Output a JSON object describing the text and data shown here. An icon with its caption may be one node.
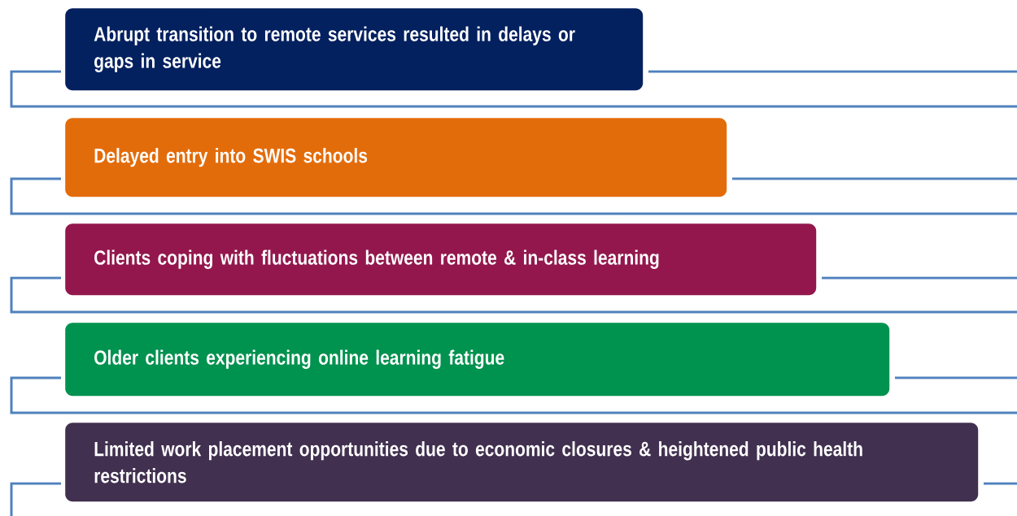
{
  "diagram": {
    "nodes": [
      {
        "text": [
          "Abrupt transition to remote services resulted in delays or gaps in service"
        ]
      },
      {
        "text": [
          "Delayed entry into SWIS schools"
        ]
      },
      {
        "text": [
          "Clients coping with fluctuations between remote & in-class learning"
        ]
      },
      {
        "text": [
          "Older clients experiencing online learning fatigue"
        ]
      },
      {
        "text": [
          "Limited work placement opportunities due to economic closures & heightened public health restrictions"
        ]
      }
    ]
  }
}
